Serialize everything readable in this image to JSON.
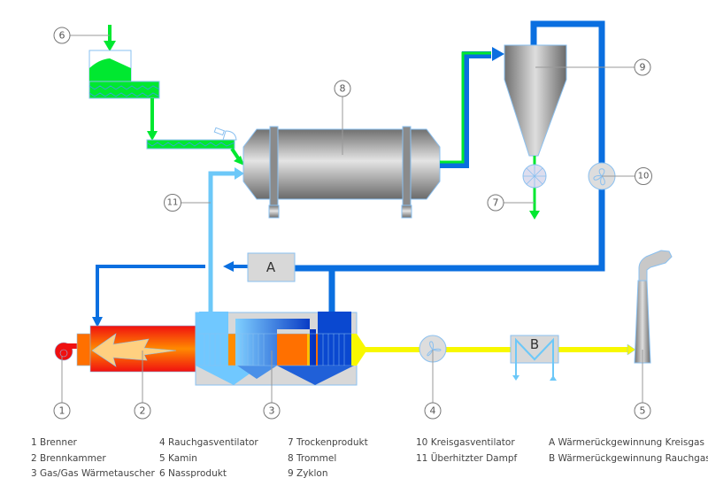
{
  "colors": {
    "wet_product": "#00e830",
    "circulating_gas": "#0a6fe0",
    "steam": "#6cc8f8",
    "flue_gas": "#f8f800",
    "combustion": "#f03010"
  },
  "callouts": [
    "1",
    "2",
    "3",
    "4",
    "5",
    "6",
    "7",
    "8",
    "9",
    "10",
    "11"
  ],
  "boxes": {
    "a": "A",
    "b": "B"
  },
  "legend": [
    [
      "1 Brenner",
      "2 Brennkammer",
      "3 Gas/Gas Wärmetauscher"
    ],
    [
      "4 Rauchgasventilator",
      "5 Kamin",
      "6 Nassprodukt"
    ],
    [
      "7 Trockenprodukt",
      "8 Trommel",
      "9 Zyklon"
    ],
    [
      "10 Kreisgasventilator",
      "11 Überhitzter Dampf"
    ],
    [
      "A Wärmerückgewinnung Kreisgas",
      "B Wärmerückgewinnung Rauchgas"
    ]
  ]
}
